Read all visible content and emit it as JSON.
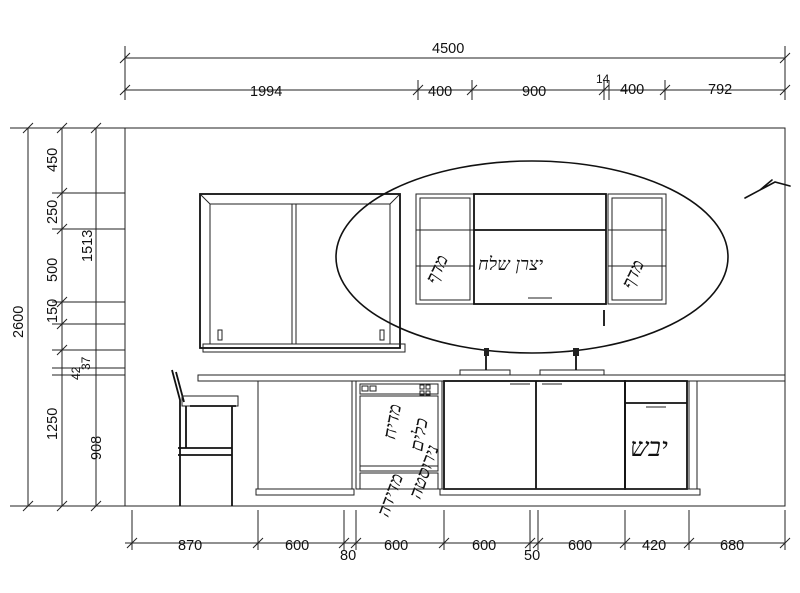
{
  "top_dimensions": {
    "total": "4500",
    "segments": [
      "1994",
      "400",
      "900",
      "14",
      "400",
      "792"
    ]
  },
  "bottom_dimensions": [
    "870",
    "600",
    "80",
    "600",
    "600",
    "50",
    "600",
    "420",
    "680"
  ],
  "left_dimensions": {
    "total_height": "2600",
    "upper": "1513",
    "counter_height": "1250",
    "base_height": "908",
    "segments": [
      "450",
      "250",
      "500",
      "150",
      "37",
      "42"
    ]
  },
  "annotations": {
    "window_cabinets": "יצרן שלח",
    "left_shelf": "מדף",
    "right_shelf": "מדף",
    "dishwasher_upper": "מדיח",
    "dishwasher_lower": "כלים",
    "drawer_unit": "יבש",
    "base_label": "מדידה",
    "base_label_2": "נירוסטה"
  }
}
